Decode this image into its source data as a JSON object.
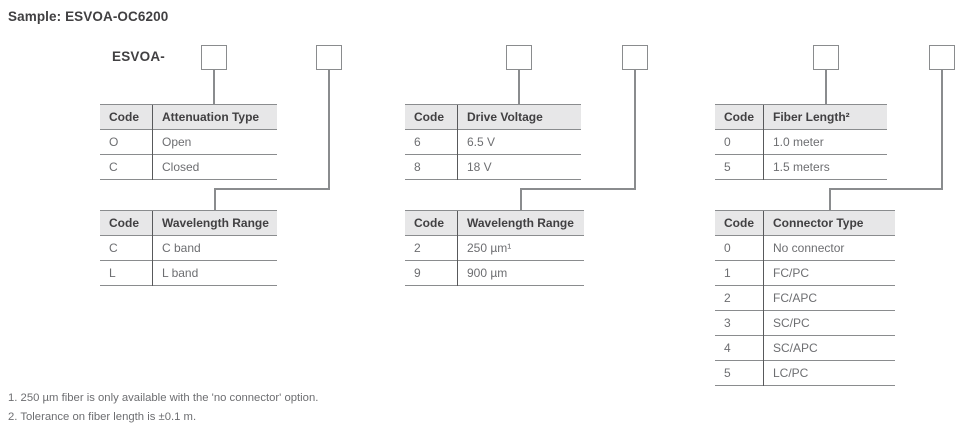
{
  "title": "Sample: ESVOA-OC6200",
  "prefix_label": "ESVOA-",
  "tables": [
    {
      "id": "attenuation-type",
      "columns": [
        "Code",
        "Attenuation Type"
      ],
      "rows": [
        [
          "O",
          "Open"
        ],
        [
          "C",
          "Closed"
        ]
      ]
    },
    {
      "id": "wavelength-range-band",
      "columns": [
        "Code",
        "Wavelength Range"
      ],
      "rows": [
        [
          "C",
          "C band"
        ],
        [
          "L",
          "L band"
        ]
      ]
    },
    {
      "id": "drive-voltage",
      "columns": [
        "Code",
        "Drive Voltage"
      ],
      "rows": [
        [
          "6",
          "6.5 V"
        ],
        [
          "8",
          "18 V"
        ]
      ]
    },
    {
      "id": "wavelength-range-fiber",
      "columns": [
        "Code",
        "Wavelength Range"
      ],
      "rows": [
        [
          "2",
          "250 µm¹"
        ],
        [
          "9",
          "900 µm"
        ]
      ]
    },
    {
      "id": "fiber-length",
      "columns": [
        "Code",
        "Fiber Length²"
      ],
      "rows": [
        [
          "0",
          "1.0 meter"
        ],
        [
          "5",
          "1.5 meters"
        ]
      ]
    },
    {
      "id": "connector-type",
      "columns": [
        "Code",
        "Connector Type"
      ],
      "rows": [
        [
          "0",
          "No connector"
        ],
        [
          "1",
          "FC/PC"
        ],
        [
          "2",
          "FC/APC"
        ],
        [
          "3",
          "SC/PC"
        ],
        [
          "4",
          "SC/APC"
        ],
        [
          "5",
          "LC/PC"
        ]
      ]
    }
  ],
  "footnotes": [
    "1. 250 µm fiber is only available with the 'no connector' option.",
    "2. Tolerance on fiber length is ±0.1 m."
  ],
  "colors": {
    "heading_text": "#414042",
    "value_text": "#6d6e71",
    "border": "#8a8c8e",
    "divider": "#58595b",
    "header_bg": "#e7e7e8"
  }
}
